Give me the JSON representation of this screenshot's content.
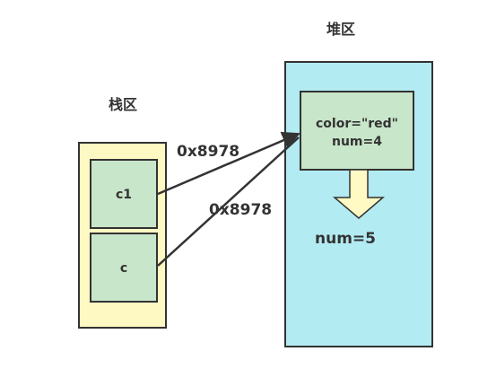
{
  "stack": {
    "title": "栈区",
    "cells": [
      "c1",
      "c"
    ],
    "fill": "#fef9c3",
    "cell_fill": "#c8e6c9"
  },
  "heap": {
    "title": "堆区",
    "fill": "#b3ebf2",
    "object": {
      "line1": "color=\"red\"",
      "line2": "num=4",
      "fill": "#c8e6c9"
    },
    "result": "num=5",
    "arrow_fill": "#fff9c4"
  },
  "pointers": [
    {
      "from": "c1",
      "label": "0x8978"
    },
    {
      "from": "c",
      "label": "0x8978"
    }
  ],
  "colors": {
    "stroke": "#333333"
  }
}
